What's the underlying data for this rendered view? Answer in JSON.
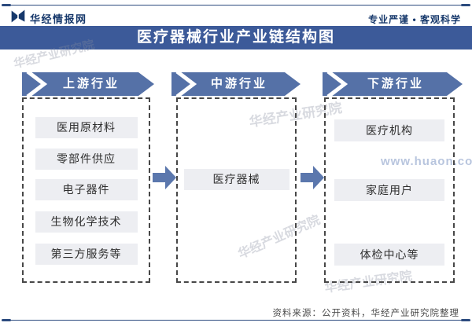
{
  "header": {
    "brand": "华经情报网",
    "slogan": "专业严谨 • 客观科学"
  },
  "title": "医疗器械行业产业链结构图",
  "columns": [
    {
      "header": "上游行业",
      "items": [
        "医用原材料",
        "零部件供应",
        "电子器件",
        "生物化学技术",
        "第三方服务等"
      ]
    },
    {
      "header": "中游行业",
      "items": [
        "医疗器械"
      ]
    },
    {
      "header": "下游行业",
      "items": [
        "医疗机构",
        "家庭用户",
        "体检中心等"
      ]
    }
  ],
  "footer": {
    "source": "资料来源：公开资料，华经产业研究院整理"
  },
  "watermarks": {
    "org": "华经产业研究院",
    "site": "www.huaon.com"
  },
  "colors": {
    "title_bar": "#3c5a99",
    "chevron": "#5571a7",
    "arrow": "#5b77ad",
    "navy_text": "#16386b",
    "node_bg": "#edeef2",
    "rule": "#2b4a7e"
  }
}
